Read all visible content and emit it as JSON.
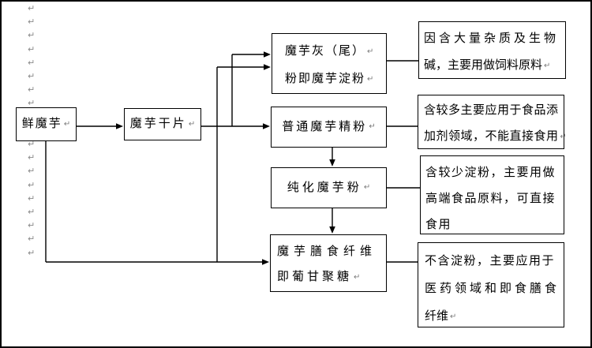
{
  "diagram": {
    "title": "konjac-processing-flowchart",
    "colors": {
      "line": "#000000",
      "background": "#ffffff",
      "paragraph_mark": "#8a8a8a"
    },
    "return_mark": "↵",
    "margin_marks": {
      "glyph": "↵",
      "count": 19
    },
    "nodes": {
      "fresh": {
        "label": "鲜魔芋"
      },
      "dried": {
        "label": "魔芋干片"
      },
      "ash": {
        "line1": "魔芋灰（尾）",
        "line2": "粉即魔芋淀粉"
      },
      "common": {
        "label": "普通魔芋精粉"
      },
      "purified": {
        "label": "纯化魔芋粉"
      },
      "fiber": {
        "line1": "魔芋膳食纤维",
        "line2": "即葡甘聚糖"
      }
    },
    "notes": {
      "ash": {
        "line1": "因含大量杂质及生物",
        "line2": "碱，主要用做饲料原料"
      },
      "common": {
        "line1": "含较多主要应用于食品添",
        "line2": "加剂领域，不能直接食用"
      },
      "purified": {
        "line1": "含较少淀粉，主要用做",
        "line2": "高端食品原料，可直接",
        "line3": "食用"
      },
      "fiber": {
        "line1": "不含淀粉，主要应用于",
        "line2": "医药领域和即食膳食",
        "line3": "纤维"
      }
    }
  }
}
